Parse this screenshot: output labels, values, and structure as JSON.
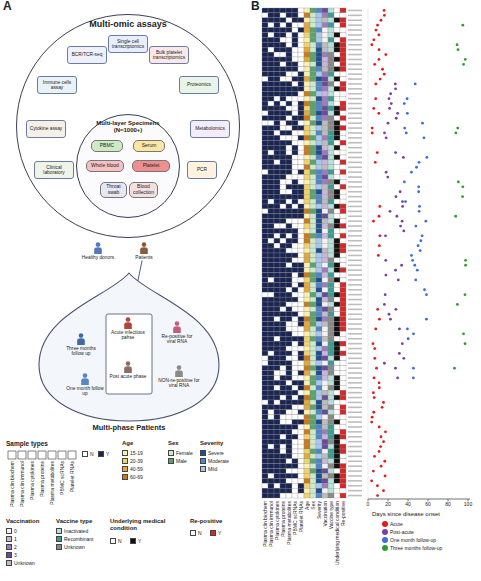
{
  "diagram": {
    "nodes": [
      {
        "text": [
          "Multi-omic assays"
        ]
      },
      {
        "text": [
          "Single cell transcriptomics"
        ],
        "in": 0
      },
      {
        "text": [
          "Bulk platelet transcriptomics"
        ],
        "in": 0
      },
      {
        "text": [
          "Proteomics"
        ],
        "in": 0
      },
      {
        "text": [
          "Metabolomics"
        ],
        "in": 0
      },
      {
        "text": [
          "PCR"
        ],
        "in": 0
      },
      {
        "text": [
          "BCR/TCR-seq"
        ],
        "in": 0
      },
      {
        "text": [
          "Immune cells assay"
        ],
        "in": 0
      },
      {
        "text": [
          "Cytokine assay"
        ],
        "in": 0
      },
      {
        "text": [
          "Clinical laboratory"
        ],
        "in": 0
      },
      {
        "text": [
          "Multi-layer Specimens (N=1000+)"
        ],
        "in": 0
      },
      {
        "text": [
          "PBMC"
        ],
        "in": 10
      },
      {
        "text": [
          "Serum"
        ],
        "in": 10
      },
      {
        "text": [
          "Whole blood"
        ],
        "in": 10
      },
      {
        "text": [
          "Platelet"
        ],
        "in": 10
      },
      {
        "text": [
          "Throat swab"
        ],
        "in": 10
      },
      {
        "text": [
          "Blood collection"
        ],
        "in": 10
      },
      {
        "text": [
          "Healthy donors"
        ]
      },
      {
        "text": [
          "Patients"
        ]
      },
      {
        "text": [
          "Multi-phase Patients"
        ]
      },
      {
        "text": [
          "Acute infectious pahse"
        ],
        "in": 19
      },
      {
        "text": [
          "Post acute phase"
        ],
        "in": 19
      },
      {
        "text": [
          "Re-positive for viral RNA"
        ],
        "in": 19
      },
      {
        "text": [
          "NON-re-positive for viral RNA"
        ],
        "in": 19
      },
      {
        "text": [
          "Three months follow up"
        ],
        "in": 19
      },
      {
        "text": [
          "One month follow up"
        ],
        "in": 19
      }
    ],
    "edges": [
      {
        "from": 10,
        "to": 1,
        "arrow": "to"
      },
      {
        "from": 10,
        "to": 2,
        "arrow": "to"
      },
      {
        "from": 10,
        "to": 3,
        "arrow": "to"
      },
      {
        "from": 10,
        "to": 4,
        "arrow": "to"
      },
      {
        "from": 10,
        "to": 5,
        "arrow": "to"
      },
      {
        "from": 10,
        "to": 6,
        "arrow": "to"
      },
      {
        "from": 10,
        "to": 7,
        "arrow": "to"
      },
      {
        "from": 10,
        "to": 8,
        "arrow": "to"
      },
      {
        "from": 10,
        "to": 9,
        "arrow": "to"
      },
      {
        "from": 18,
        "to": 20,
        "arrow": "to"
      },
      {
        "from": 20,
        "to": 21,
        "arrow": "to"
      },
      {
        "from": 20,
        "to": 22,
        "arrow": "to"
      },
      {
        "from": 21,
        "to": 23,
        "arrow": "to"
      },
      {
        "from": 21,
        "to": 25,
        "arrow": "to"
      },
      {
        "from": 25,
        "to": 24,
        "arrow": "to"
      }
    ],
    "labels": [
      "A",
      "B",
      "Sample types",
      "Plasma clin biochem",
      "Plasma clin immunol",
      "Plasma cytokines",
      "Plasma proteins",
      "Plasma metabolites",
      "PBMC scRNAs",
      "Platelet RNAs",
      "Age",
      "Sex",
      "Severity",
      "Vaccination",
      "Vaccine type",
      "Underlying medical condition",
      "Re-positive",
      "Plasma clin biochem",
      "Plasma clin immunol",
      "Plasma cytokines",
      "Plasma proteins",
      "Plasma metabolites",
      "PBMC scRNAs",
      "Platelet RNAs",
      "Age",
      "Sex",
      "Severity",
      "Vaccination",
      "Vaccine type",
      "Underlying medical condition",
      "Re-positive",
      "Days since disease onset",
      "0",
      "20",
      "40",
      "60",
      "80",
      "100"
    ],
    "legend": [
      {
        "text": "N",
        "color": "#ffffff"
      },
      {
        "text": "Y",
        "color": "#1b2552"
      },
      {
        "text": "15-19",
        "color": "#fbf0b4"
      },
      {
        "text": "20-39",
        "color": "#f2d36b"
      },
      {
        "text": "40-59",
        "color": "#e3a93a"
      },
      {
        "text": "60-69",
        "color": "#c77b1d"
      },
      {
        "text": "Female",
        "color": "#cfe8c9"
      },
      {
        "text": "Male",
        "color": "#5aa36b"
      },
      {
        "text": "Severe",
        "color": "#1f4e8c"
      },
      {
        "text": "Moderate",
        "color": "#4f86c6"
      },
      {
        "text": "Mild",
        "color": "#a9c9ea"
      },
      {
        "text": "0",
        "color": "#f2f2f2"
      },
      {
        "text": "1",
        "color": "#c9b6dd"
      },
      {
        "text": "2",
        "color": "#9a7cc0"
      },
      {
        "text": "3",
        "color": "#6a4a9c"
      },
      {
        "text": "Unknown",
        "color": "#bdbdbd"
      },
      {
        "text": "Inactivated",
        "color": "#b9e0d8"
      },
      {
        "text": "Recombinant",
        "color": "#3a9d8f"
      },
      {
        "text": "Unknown",
        "color": "#888888"
      },
      {
        "text": "N",
        "color": "#ffffff"
      },
      {
        "text": "Y",
        "color": "#111111"
      },
      {
        "text": "N",
        "color": "#ffffff"
      },
      {
        "text": "Y",
        "color": "#d62728"
      },
      {
        "text": "Acute",
        "color": "#e41a1c"
      },
      {
        "text": "Post-acute",
        "color": "#7b3fa0"
      },
      {
        "text": "One month follow-up",
        "color": "#3b6fd6"
      },
      {
        "text": "Three months follow-up",
        "color": "#2ca02c"
      }
    ]
  }
}
